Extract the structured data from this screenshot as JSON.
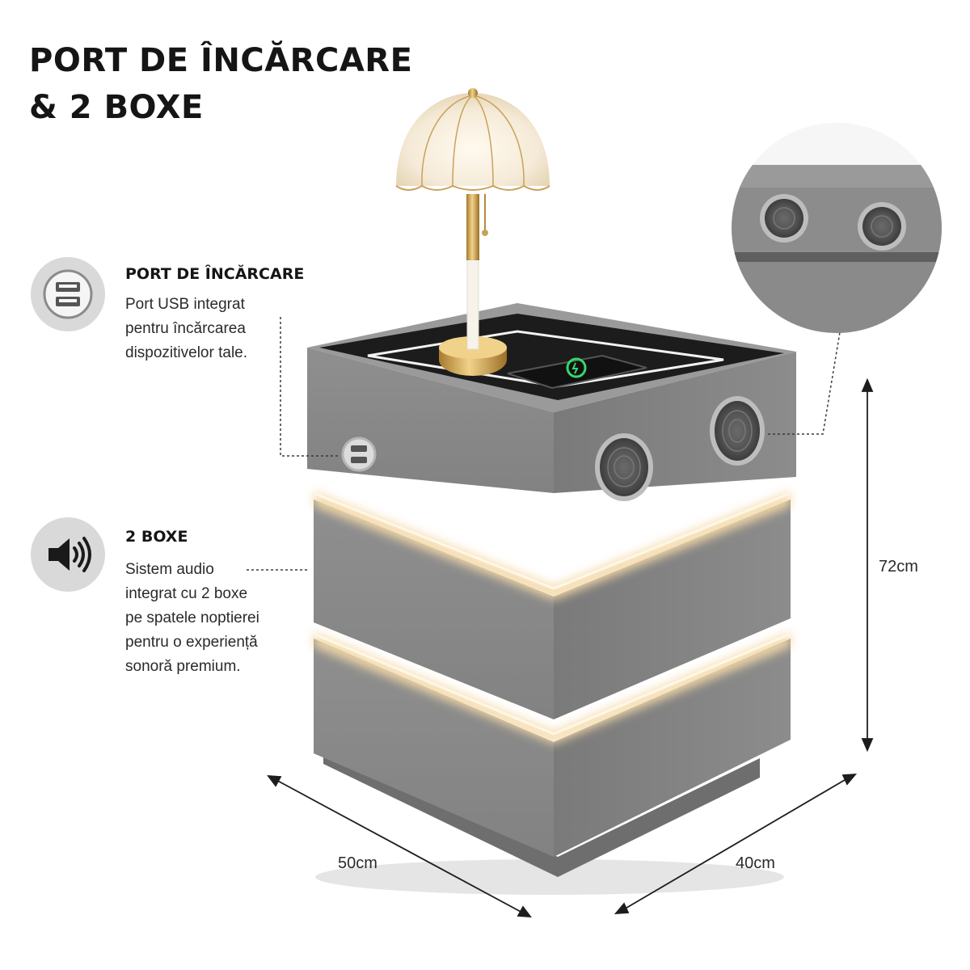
{
  "headline": {
    "line1": "PORT DE ÎNCĂRCARE",
    "line2": "& 2 BOXE"
  },
  "features": [
    {
      "icon": "usb-port-icon",
      "title": "PORT DE ÎNCĂRCARE",
      "body": [
        "Port USB integrat",
        "pentru încărcarea",
        "dispozitivelor tale."
      ]
    },
    {
      "icon": "speaker-icon",
      "title": "2 BOXE",
      "body": [
        "Sistem audio",
        "integrat cu 2 boxe",
        "pe spatele noptierei",
        "pentru o experiență",
        "sonoră premium."
      ]
    }
  ],
  "dimensions": {
    "height": "72cm",
    "width": "50cm",
    "depth": "40cm"
  },
  "colors": {
    "cabinet": "#8a8a8a",
    "glow": "#f4d9a8",
    "glass": "#1c1c1c",
    "wireless_charge": "#38d66b"
  }
}
